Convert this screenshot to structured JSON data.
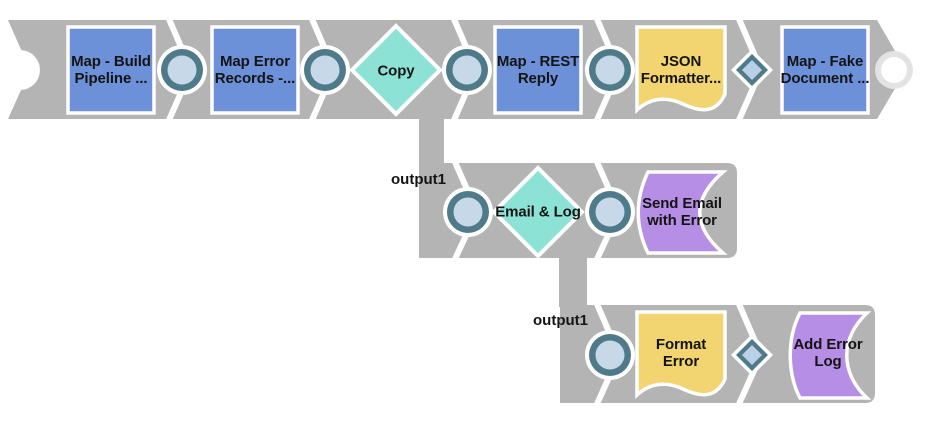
{
  "canvas": {
    "background": "#ffffff"
  },
  "colors": {
    "track_gray": "#b4b4b4",
    "snap_blue": "#6d91d8",
    "snap_teal": "#8ce2d4",
    "snap_yellow": "#f2d470",
    "snap_purple": "#b68ee5",
    "port_ring": "#4e7a8a",
    "port_fill": "#c7d9e8",
    "diamond_fill": "#bad0e6",
    "open_port_ring": "#e3e3e3",
    "label_text": "#141414"
  },
  "snaps": [
    {
      "id": "map-build-pipeline",
      "label": "Map - Build Pipeline ...",
      "lines": [
        "Map - Build",
        "Pipeline ..."
      ],
      "shape": "square"
    },
    {
      "id": "map-error-records",
      "label": "Map Error Records -...",
      "lines": [
        "Map Error",
        "Records -..."
      ],
      "shape": "square"
    },
    {
      "id": "copy",
      "label": "Copy",
      "lines": [
        "Copy"
      ],
      "shape": "diamond"
    },
    {
      "id": "map-rest-reply",
      "label": "Map - REST Reply",
      "lines": [
        "Map - REST",
        "Reply"
      ],
      "shape": "square"
    },
    {
      "id": "json-formatter",
      "label": "JSON Formatter...",
      "lines": [
        "JSON",
        "Formatter..."
      ],
      "shape": "document"
    },
    {
      "id": "map-fake-document",
      "label": "Map - Fake Document ...",
      "lines": [
        "Map - Fake",
        "Document ..."
      ],
      "shape": "square"
    },
    {
      "id": "email-and-log",
      "label": "Email & Log",
      "lines": [
        "Email & Log"
      ],
      "shape": "diamond"
    },
    {
      "id": "send-email-with-error",
      "label": "Send Email with Error",
      "lines": [
        "Send Email",
        "with Error"
      ],
      "shape": "scroll"
    },
    {
      "id": "format-error",
      "label": "Format Error",
      "lines": [
        "Format",
        "Error"
      ],
      "shape": "document"
    },
    {
      "id": "add-error-log",
      "label": "Add Error Log",
      "lines": [
        "Add Error",
        "Log"
      ],
      "shape": "scroll"
    }
  ],
  "branches": [
    {
      "label": "output1"
    },
    {
      "label": "output1"
    }
  ]
}
